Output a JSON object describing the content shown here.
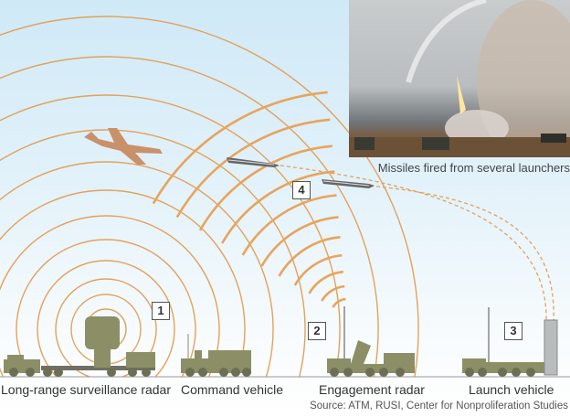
{
  "photo": {
    "caption": "Missiles fired from several launchers"
  },
  "components": [
    {
      "number": "1",
      "label": "Long-range surveillance radar"
    },
    {
      "label": "Command vehicle"
    },
    {
      "number": "2",
      "label": "Engagement radar"
    },
    {
      "number": "3",
      "label": "Launch vehicle"
    }
  ],
  "missile_marker": {
    "number": "4"
  },
  "source": "Source: ATM, RUSI, Center for Nonproliferation Studies",
  "colors": {
    "arc": "#e2a25a",
    "vehicle": "#8c8f66",
    "ground": "#999999",
    "plane": "#c9916a"
  }
}
